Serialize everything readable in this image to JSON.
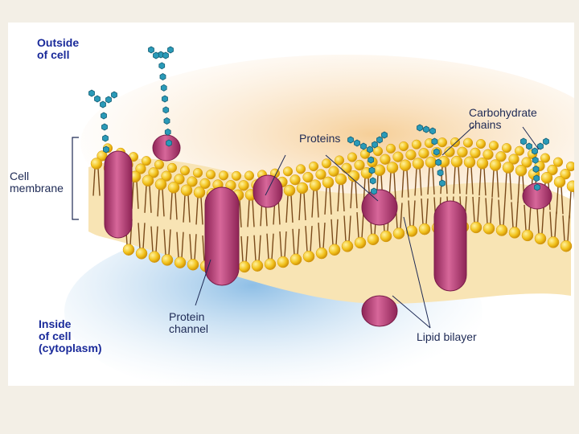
{
  "labels": {
    "outside_cell": "Outside\nof cell",
    "cell_membrane": "Cell\nmembrane",
    "inside_cell": "Inside\nof cell\n(cytoplasm)",
    "proteins": "Proteins",
    "carbohydrate_chains": "Carbohydrate\nchains",
    "protein_channel": "Protein\nchannel",
    "lipid_bilayer": "Lipid bilayer"
  },
  "colors": {
    "background": "#f3efe6",
    "label_bold": "#1a2a9a",
    "label_plain": "#1e2a55",
    "lipid_head": "#f2c21b",
    "lipid_head_shadow": "#d69a0c",
    "lipid_tail": "#7a4a1a",
    "membrane_core": "#f8e4b4",
    "outer_glow": "#f4c890",
    "inner_glow": "#9ec8ea",
    "protein": "#b23a6e",
    "protein_highlight": "#e07aa8",
    "carbohydrate": "#2a9ab8"
  }
}
